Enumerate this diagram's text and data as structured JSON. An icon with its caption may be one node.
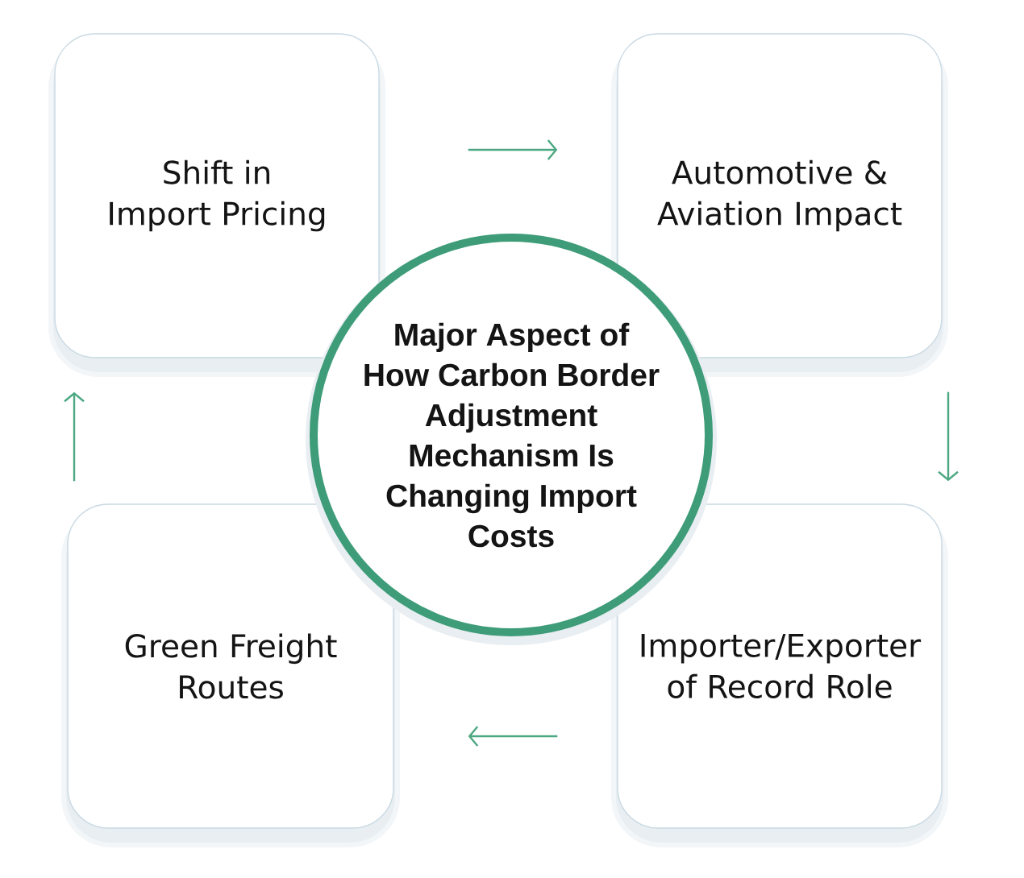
{
  "diagram": {
    "nodes": [
      {
        "text": [
          "Shift in Import Pricing"
        ]
      },
      {
        "text": [
          "Automotive & Aviation Impact"
        ]
      },
      {
        "text": [
          "Major Aspect of How Carbon Border Adjustment Mechanism Is Changing Import Costs"
        ]
      },
      {
        "text": [
          "Green Freight Routes"
        ]
      },
      {
        "text": [
          "Importer/Exporter of Record Role"
        ]
      }
    ],
    "edges": [
      {
        "from": 0,
        "to": 1,
        "arrow": "to"
      },
      {
        "from": 1,
        "to": 4,
        "arrow": "to"
      },
      {
        "from": 4,
        "to": 3,
        "arrow": "to"
      },
      {
        "from": 3,
        "to": 0,
        "arrow": "to"
      }
    ]
  }
}
